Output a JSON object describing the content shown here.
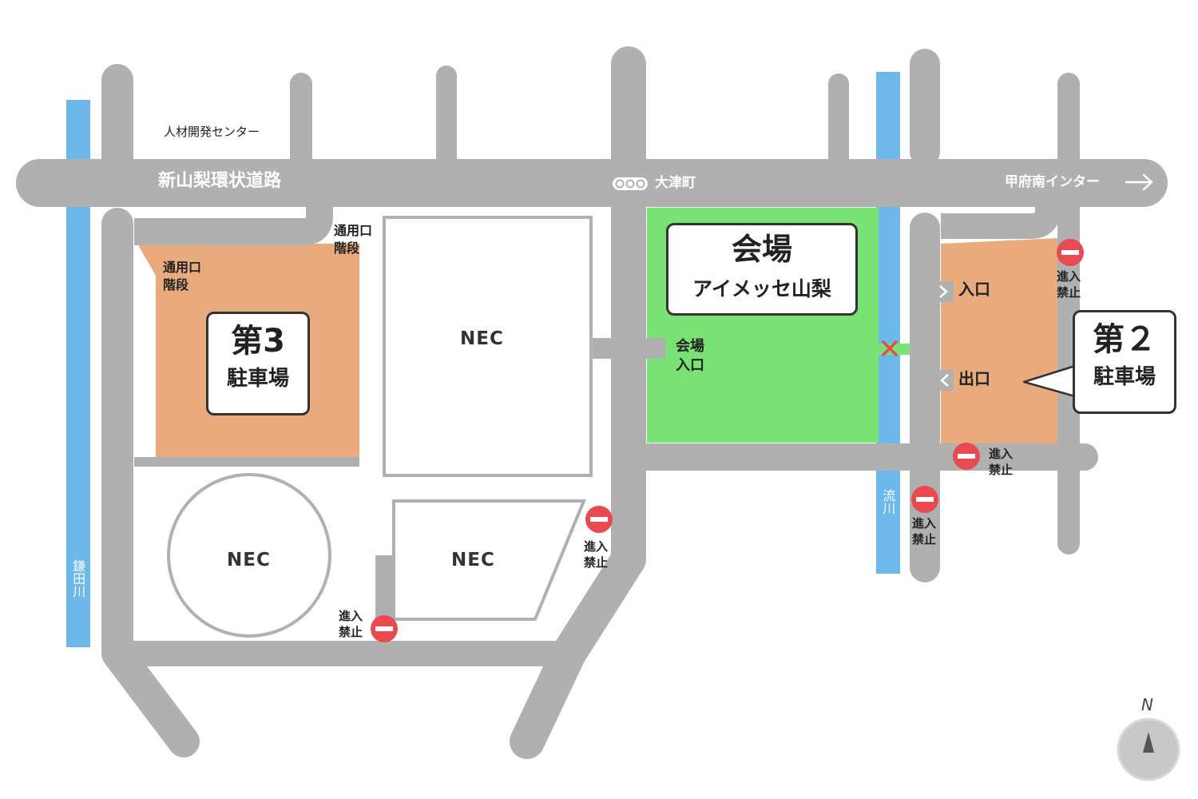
{
  "map": {
    "main_road_label": "新山梨環状道路",
    "top_label": "人材開発センター",
    "station_label": "大津町",
    "interchange_label": "甲府南インター",
    "river_left": "鎌田川",
    "river_right": "流川",
    "north_label": "N"
  },
  "venue": {
    "title": "会場",
    "name": "アイメッセ山梨",
    "entrance_line1": "会場",
    "entrance_line2": "入口"
  },
  "parking3": {
    "title": "第3",
    "subtitle": "駐車場",
    "access_line1": "通用口",
    "access_line2": "階段"
  },
  "access_upper": {
    "line1": "通用口",
    "line2": "階段"
  },
  "parking2": {
    "title": "第２",
    "subtitle": "駐車場",
    "entry": "入口",
    "exit": "出口"
  },
  "buildings": {
    "nec_1": "NEC",
    "nec_2": "NEC",
    "nec_3": "NEC"
  },
  "no_entry": {
    "line1": "進入",
    "line2": "禁止"
  },
  "colors": {
    "road": "#b0b0b0",
    "river": "#6cb8ea",
    "venue": "#79e275",
    "parking": "#e9ab7d",
    "no_entry": "#e84a4f"
  }
}
